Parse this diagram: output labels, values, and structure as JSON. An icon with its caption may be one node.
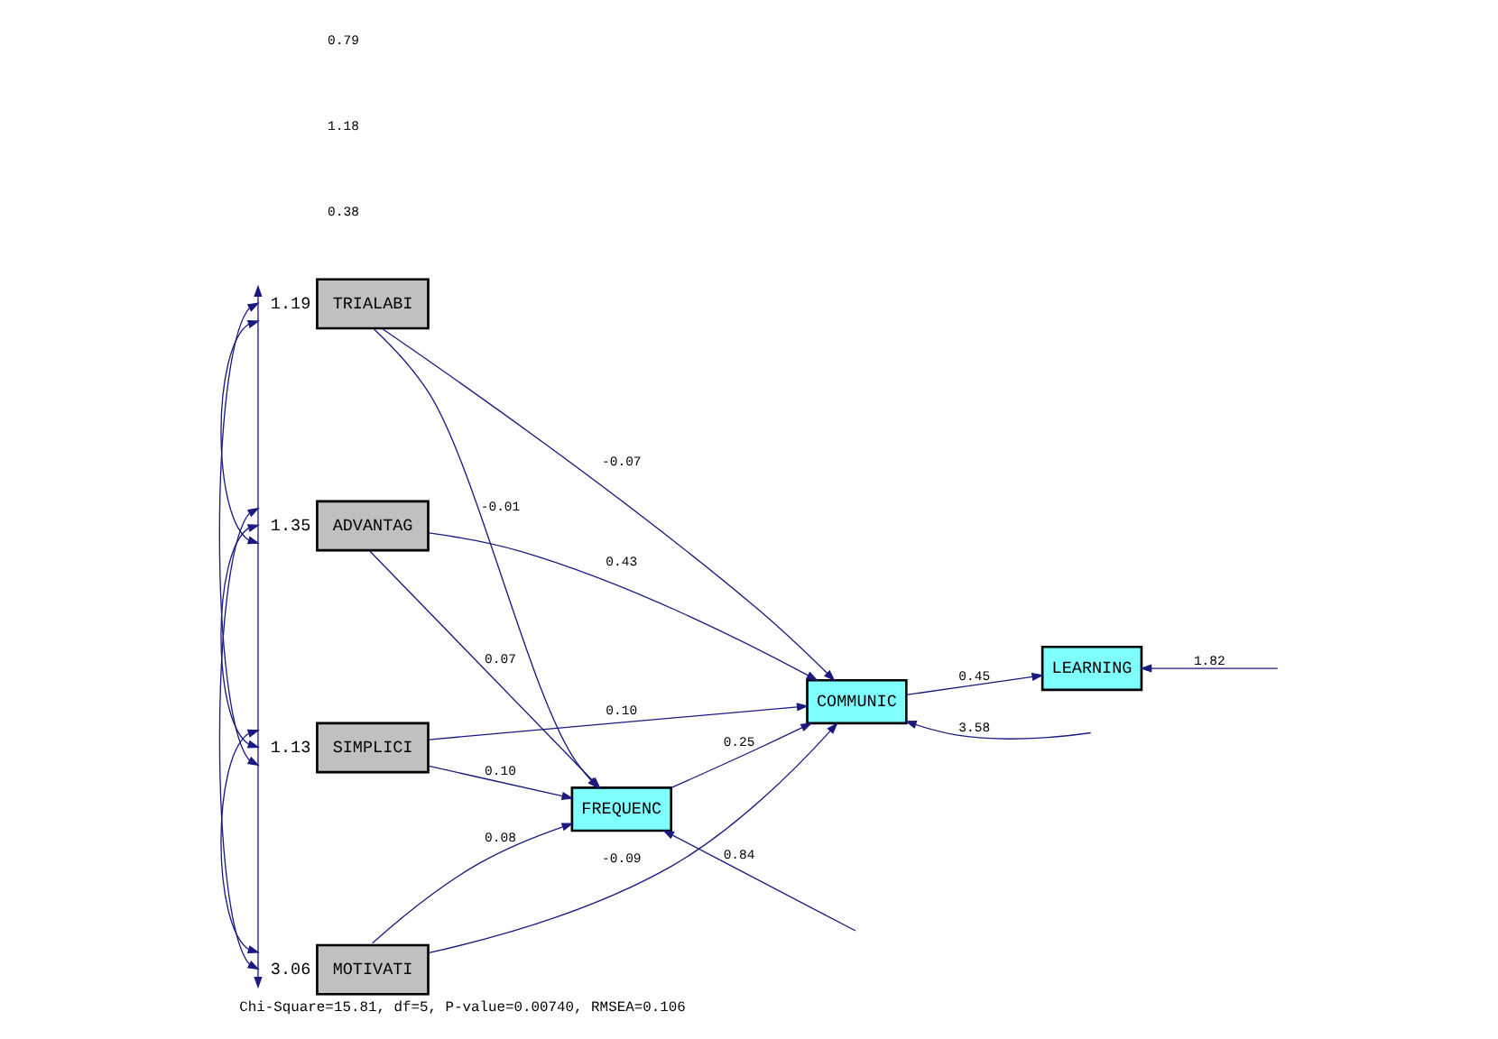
{
  "diagram": {
    "caption": "Chi-Square=15.81, df=5, P-value=0.00740, RMSEA=0.106",
    "nodes": [
      {
        "text": [
          "TRIALABI"
        ],
        "beside": [
          "1.19"
        ]
      },
      {
        "text": [
          "ADVANTAG"
        ],
        "beside": [
          "1.35"
        ]
      },
      {
        "text": [
          "SIMPLICI"
        ],
        "beside": [
          "1.13"
        ]
      },
      {
        "text": [
          "MOTIVATI"
        ],
        "beside": [
          "3.06"
        ]
      },
      {
        "text": [
          "FREQUENC"
        ]
      },
      {
        "text": [
          "COMMUNIC"
        ]
      },
      {
        "text": [
          "LEARNING"
        ]
      }
    ],
    "edges": [
      {
        "from": 0,
        "to": 1,
        "arrow": "both"
      },
      {
        "from": 0,
        "to": 2,
        "arrow": "both"
      },
      {
        "from": 0,
        "to": 3,
        "arrow": "both"
      },
      {
        "from": 1,
        "to": 2,
        "arrow": "both"
      },
      {
        "from": 1,
        "to": 3,
        "arrow": "both"
      },
      {
        "from": 2,
        "to": 3,
        "arrow": "both"
      },
      {
        "from": 0,
        "to": 4,
        "arrow": "to",
        "label": "-0.01"
      },
      {
        "from": 0,
        "to": 5,
        "arrow": "to",
        "label": "-0.07"
      },
      {
        "from": 1,
        "to": 4,
        "arrow": "to",
        "label": "0.07"
      },
      {
        "from": 1,
        "to": 5,
        "arrow": "to",
        "label": "0.43"
      },
      {
        "from": 2,
        "to": 4,
        "arrow": "to",
        "label": "0.10"
      },
      {
        "from": 2,
        "to": 5,
        "arrow": "to",
        "label": "0.10"
      },
      {
        "from": 3,
        "to": 4,
        "arrow": "to",
        "label": "0.08"
      },
      {
        "from": 3,
        "to": 5,
        "arrow": "to",
        "label": "-0.09"
      },
      {
        "from": 4,
        "to": 5,
        "arrow": "to",
        "label": "0.25"
      },
      {
        "from": 5,
        "to": 6,
        "arrow": "to",
        "label": "0.45"
      },
      {
        "from": null,
        "to": 4,
        "arrow": "to",
        "label": "0.84"
      },
      {
        "from": null,
        "to": 5,
        "arrow": "to",
        "label": "3.58"
      },
      {
        "from": null,
        "to": 6,
        "arrow": "to",
        "label": "1.82"
      }
    ],
    "labels": [
      "0.38",
      "1.18",
      "0.79"
    ]
  }
}
